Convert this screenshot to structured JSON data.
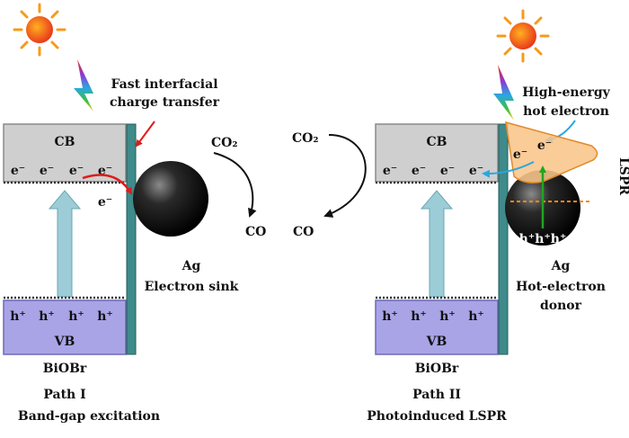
{
  "colors": {
    "cb_fill": "#cfcfcf",
    "vb_fill": "#a9a4e6",
    "interface_bar": "#3f8a8a",
    "excitation_arrow": "#9ccdd6",
    "sun": "#f04a1a",
    "sun_rays": "#f59b1a",
    "lspr_cloud": "#f8c58a",
    "red_arrow": "#e01b1b",
    "blue_arrow": "#2aa7e0",
    "green_arrow": "#1fa61f",
    "orange_dash": "#f08a1a"
  },
  "path1": {
    "cb_label": "CB",
    "cb_electrons": [
      "e⁻",
      "e⁻",
      "e⁻",
      "e⁻"
    ],
    "vb_label": "VB",
    "vb_holes": [
      "h⁺",
      "h⁺",
      "h⁺",
      "h⁺"
    ],
    "transfer_label_line1": "Fast interfacial",
    "transfer_label_line2": "charge transfer",
    "electron_label": "e⁻",
    "ag_label": "Ag",
    "ag_role": "Electron sink",
    "co2_label": "CO₂",
    "co_label": "CO",
    "material_label": "BiOBr",
    "path_label": "Path I",
    "mechanism_label": "Band-gap excitation"
  },
  "middle": {
    "co2_label": "CO₂",
    "co_label": "CO"
  },
  "path2": {
    "cb_label": "CB",
    "cb_electrons": [
      "e⁻",
      "e⁻",
      "e⁻",
      "e⁻"
    ],
    "vb_label": "VB",
    "vb_holes": [
      "h⁺",
      "h⁺",
      "h⁺",
      "h⁺"
    ],
    "hot_label_line1": "High-energy",
    "hot_label_line2": "hot electron",
    "ag_electrons": [
      "e⁻",
      "e⁻"
    ],
    "ag_holes": "h⁺h⁺h⁺",
    "lspr_label": "LSPR",
    "ag_label": "Ag",
    "ag_role_line1": "Hot-electron",
    "ag_role_line2": "donor",
    "material_label": "BiOBr",
    "path_label": "Path II",
    "mechanism_label": "Photoinduced LSPR"
  }
}
